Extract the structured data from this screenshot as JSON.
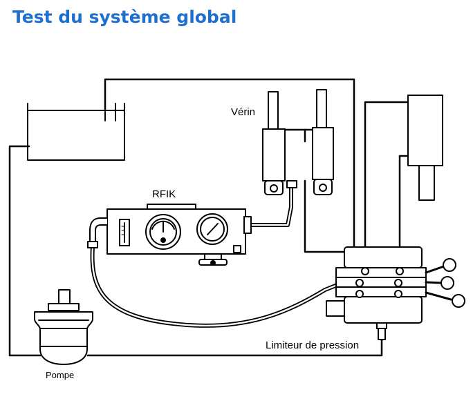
{
  "title": "Test du système global",
  "labels": {
    "cylinder": "Vérin",
    "tester": "RFIK",
    "relief_valve": "Limiteur de pression",
    "pump": "Pompe"
  },
  "colors": {
    "title": "#1d6fd0",
    "line": "#000000",
    "fill": "#ffffff"
  }
}
